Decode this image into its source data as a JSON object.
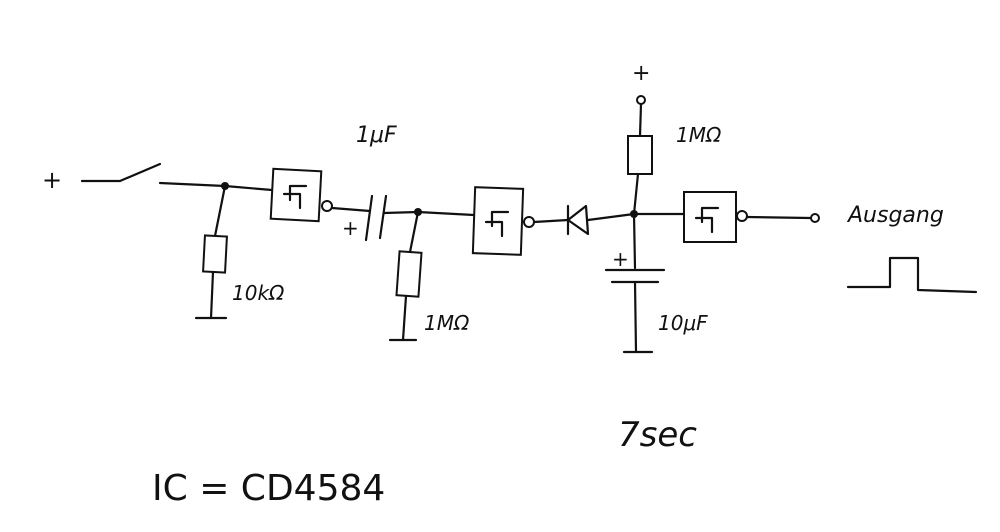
{
  "labels": {
    "supply_plus_left": "+",
    "cap_1_value": "1μF",
    "cap_1_polarity": "+",
    "res_1_value": "10kΩ",
    "res_2_value": "1MΩ",
    "res_3_value": "1MΩ",
    "supply_plus_top": "+",
    "cap_2_polarity": "+",
    "cap_2_value": "10μF",
    "output_label": "Ausgang",
    "time_label": "7sec",
    "ic_label": "IC = CD4584"
  },
  "icons": {
    "schmitt": "schmitt-trigger-inverter-icon",
    "diode": "diode-icon",
    "pulse": "square-pulse-icon"
  }
}
